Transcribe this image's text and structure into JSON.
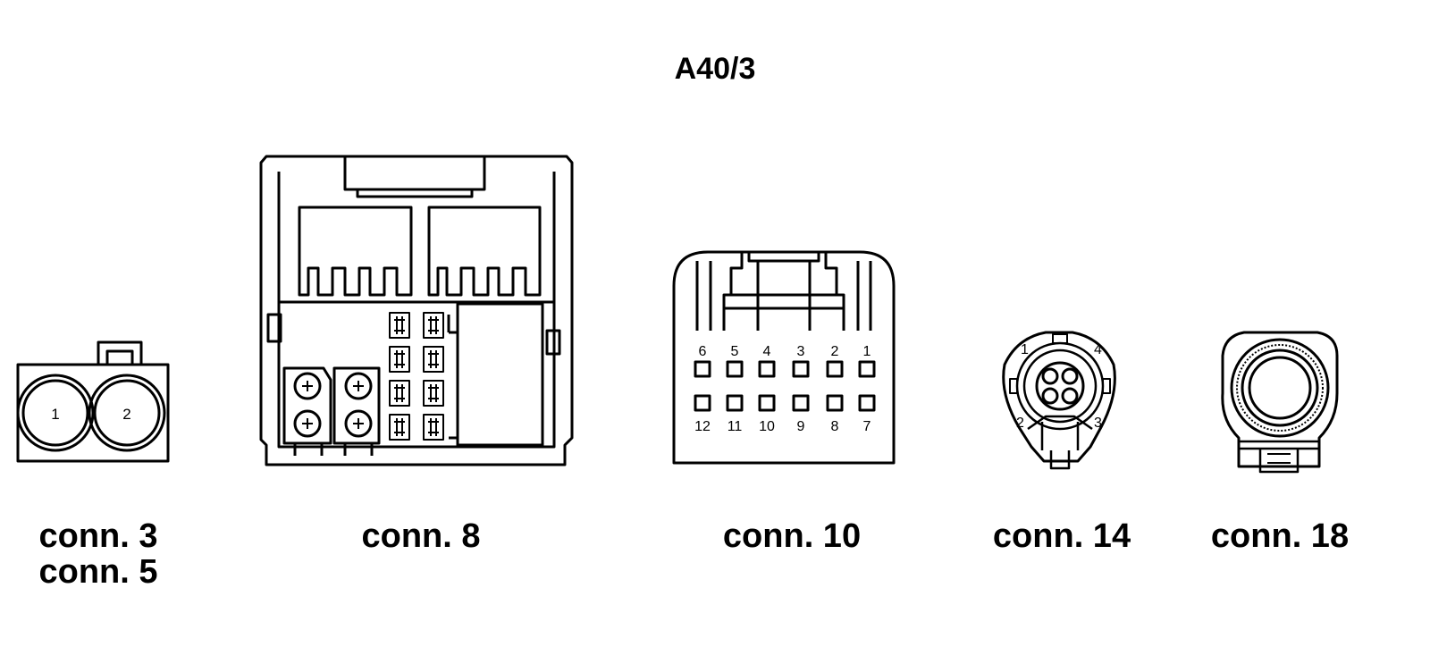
{
  "title": "A40/3",
  "connectors": [
    {
      "label_lines": [
        "conn. 3",
        "conn. 5"
      ],
      "pins": [
        "1",
        "2"
      ]
    },
    {
      "label_lines": [
        "conn. 8"
      ]
    },
    {
      "label_lines": [
        "conn. 10"
      ],
      "pins_top": [
        "6",
        "5",
        "4",
        "3",
        "2",
        "1"
      ],
      "pins_bottom": [
        "12",
        "11",
        "10",
        "9",
        "8",
        "7"
      ]
    },
    {
      "label_lines": [
        "conn. 14"
      ],
      "pins": [
        "1",
        "4",
        "2",
        "3"
      ]
    },
    {
      "label_lines": [
        "conn. 18"
      ]
    }
  ]
}
